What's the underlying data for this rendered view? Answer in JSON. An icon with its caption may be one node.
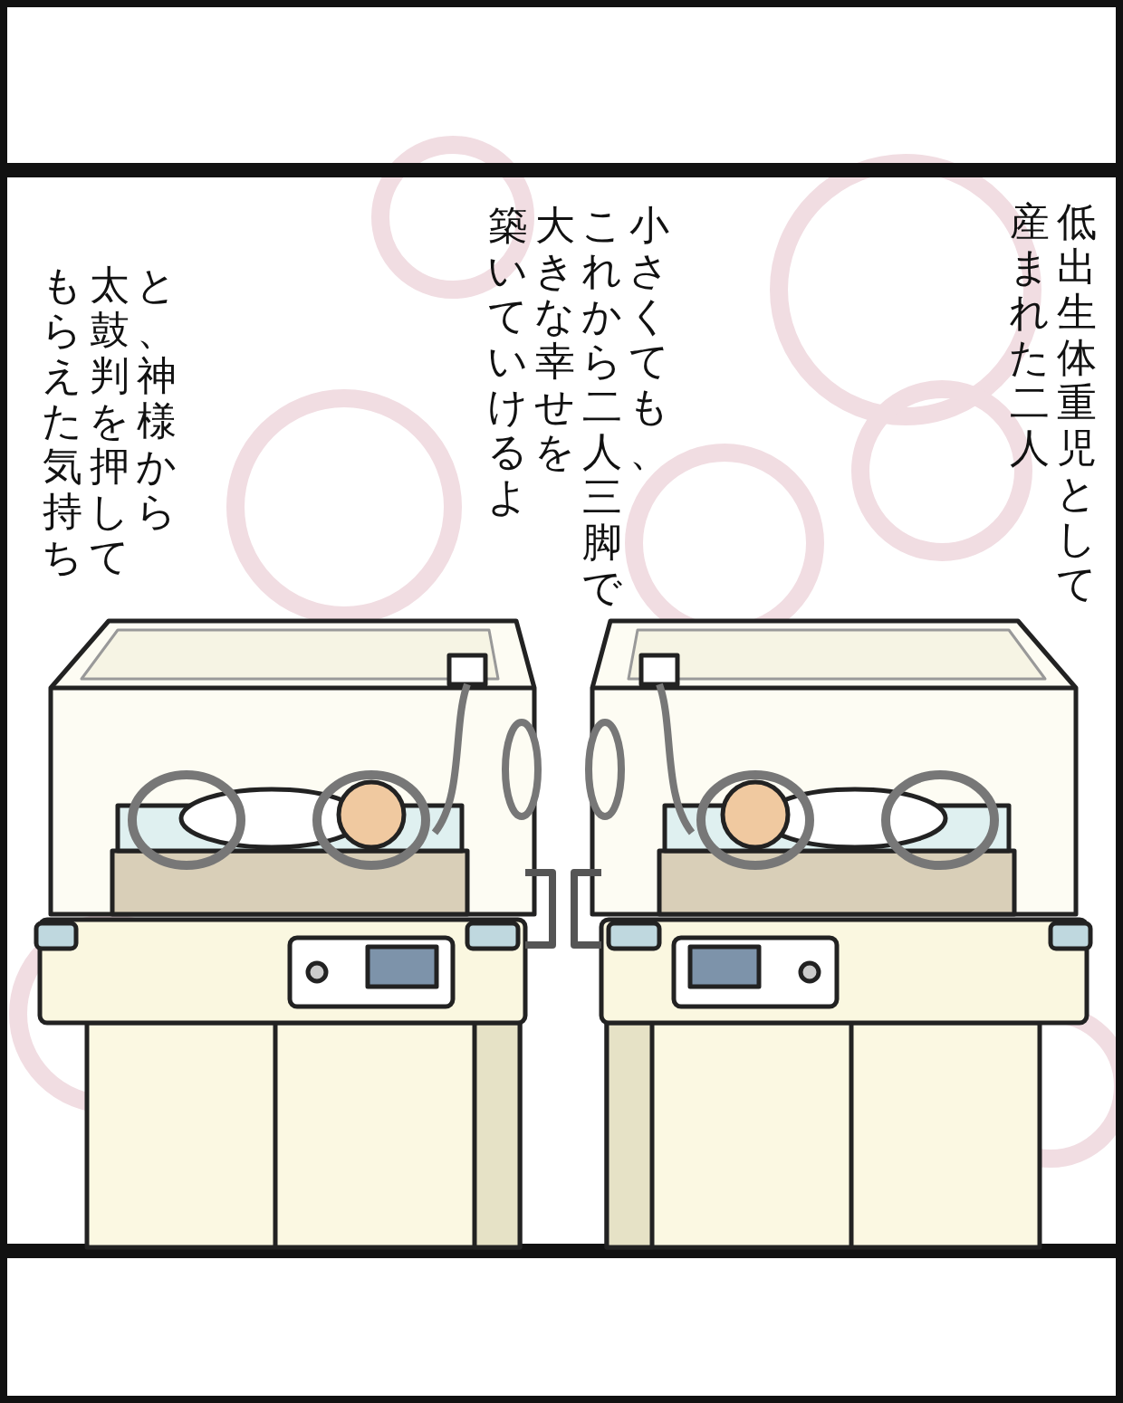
{
  "diagram": {
    "labels": [
      "低出生体重児として産まれた二人",
      "小さくても、これから二人三脚で大きな幸せを築いていけるよ",
      "と、神様から太鼓判を押してもらえた気持ち"
    ]
  }
}
